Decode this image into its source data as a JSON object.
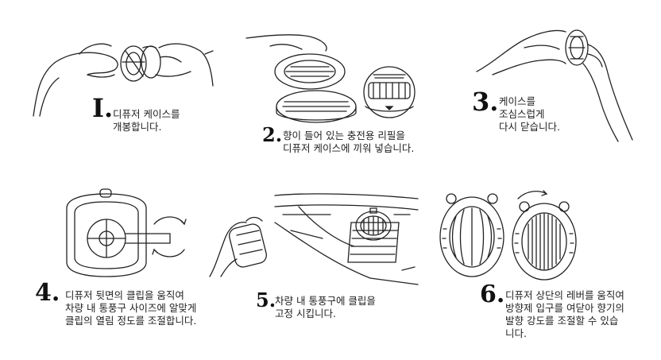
{
  "steps": [
    {
      "number": "I.",
      "lines": [
        "디퓨저 케이스를",
        "개봉합니다."
      ]
    },
    {
      "number": "2.",
      "lines": [
        "향이 들어 있는 충전용 리필을",
        "디퓨저 케이스에 끼워 넣습니다."
      ]
    },
    {
      "number": "3.",
      "lines": [
        "케이스를",
        "조심스럽게",
        "다시 닫습니다."
      ]
    },
    {
      "number": "4.",
      "lines": [
        "디퓨저 뒷면의 클립을 움직여",
        "차량 내 통풍구 사이즈에 알맞게",
        "클립의 열림 정도를 조절합니다."
      ]
    },
    {
      "number": "5.",
      "lines": [
        "차량 내 통풍구에 클립을",
        "고정 시킵니다."
      ]
    },
    {
      "number": "6.",
      "lines": [
        "디퓨저 상단의 레버를 움직여",
        "방향제 입구를 여닫아 향기의",
        "발향 강도를 조절할 수 있습",
        "니다."
      ]
    }
  ],
  "illustrations": [
    "hands-opening-case",
    "refill-insert",
    "hands-closing-case",
    "clip-adjust",
    "vent-mount",
    "lever-adjust"
  ]
}
